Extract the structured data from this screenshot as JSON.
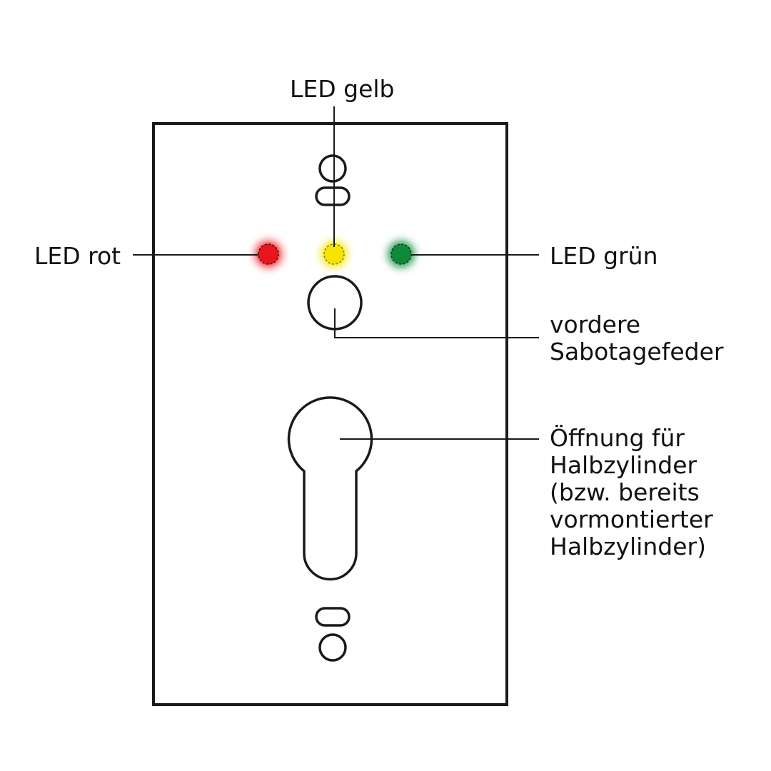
{
  "labels": {
    "led_yellow": "LED gelb",
    "led_red": "LED rot",
    "led_green": "LED grün",
    "tamper_spring": [
      "vordere",
      "Sabotagefeder"
    ],
    "cylinder_opening": [
      "Öffnung für",
      "Halbzylinder",
      "(bzw. bereits",
      "vormontierter",
      "Halbzylinder)"
    ]
  },
  "colors": {
    "outline": "#1a1a1a",
    "led_red": "#e8161b",
    "led_yellow": "#f6e400",
    "led_green": "#0e8a3a"
  }
}
